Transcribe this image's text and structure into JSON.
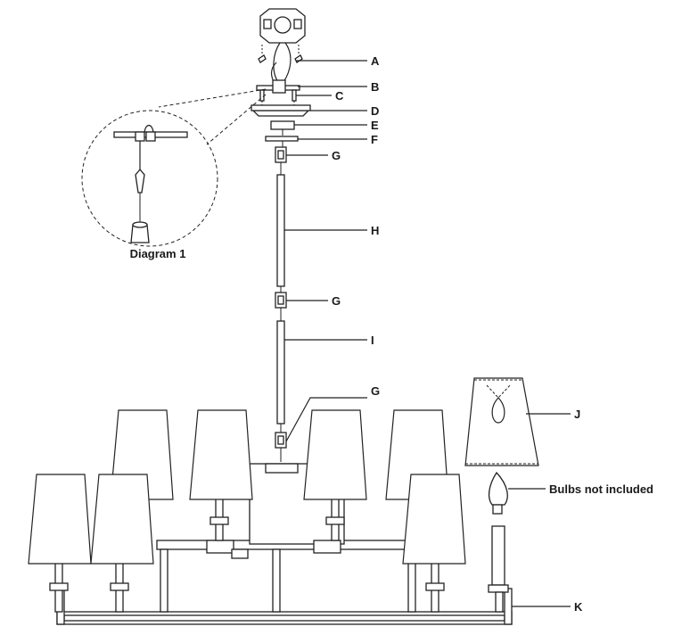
{
  "labels": {
    "A": "A",
    "B": "B",
    "C": "C",
    "D": "D",
    "E": "E",
    "F": "F",
    "G1": "G",
    "H": "H",
    "G2": "G",
    "I": "I",
    "G3": "G",
    "J": "J",
    "K": "K",
    "bulbs": "Bulbs not included",
    "diagram1": "Diagram 1"
  }
}
